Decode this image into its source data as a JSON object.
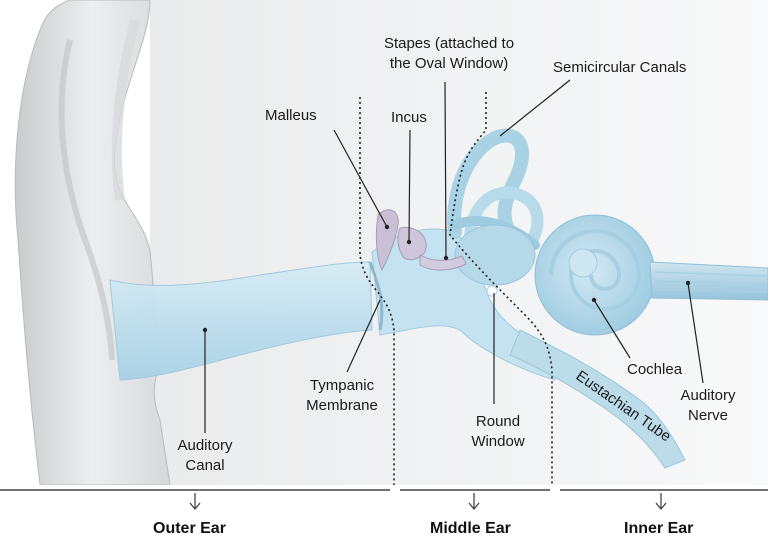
{
  "labels": {
    "stapes_line1": "Stapes (attached to",
    "stapes_line2": "the Oval Window)",
    "semicircular_canals": "Semicircular Canals",
    "malleus": "Malleus",
    "incus": "Incus",
    "tympanic_line1": "Tympanic",
    "tympanic_line2": "Membrane",
    "round_window_line1": "Round",
    "round_window_line2": "Window",
    "eustachian_tube": "Eustachian Tube",
    "cochlea": "Cochlea",
    "auditory_nerve_line1": "Auditory",
    "auditory_nerve_line2": "Nerve",
    "auditory_canal_line1": "Auditory",
    "auditory_canal_line2": "Canal"
  },
  "sections": {
    "outer_ear": "Outer Ear",
    "middle_ear": "Middle Ear",
    "inner_ear": "Inner Ear"
  },
  "colors": {
    "fluid_blue": "#b9dcec",
    "skin_gray": "#e4e6e8",
    "bone_purple": "#c9c0d6"
  }
}
